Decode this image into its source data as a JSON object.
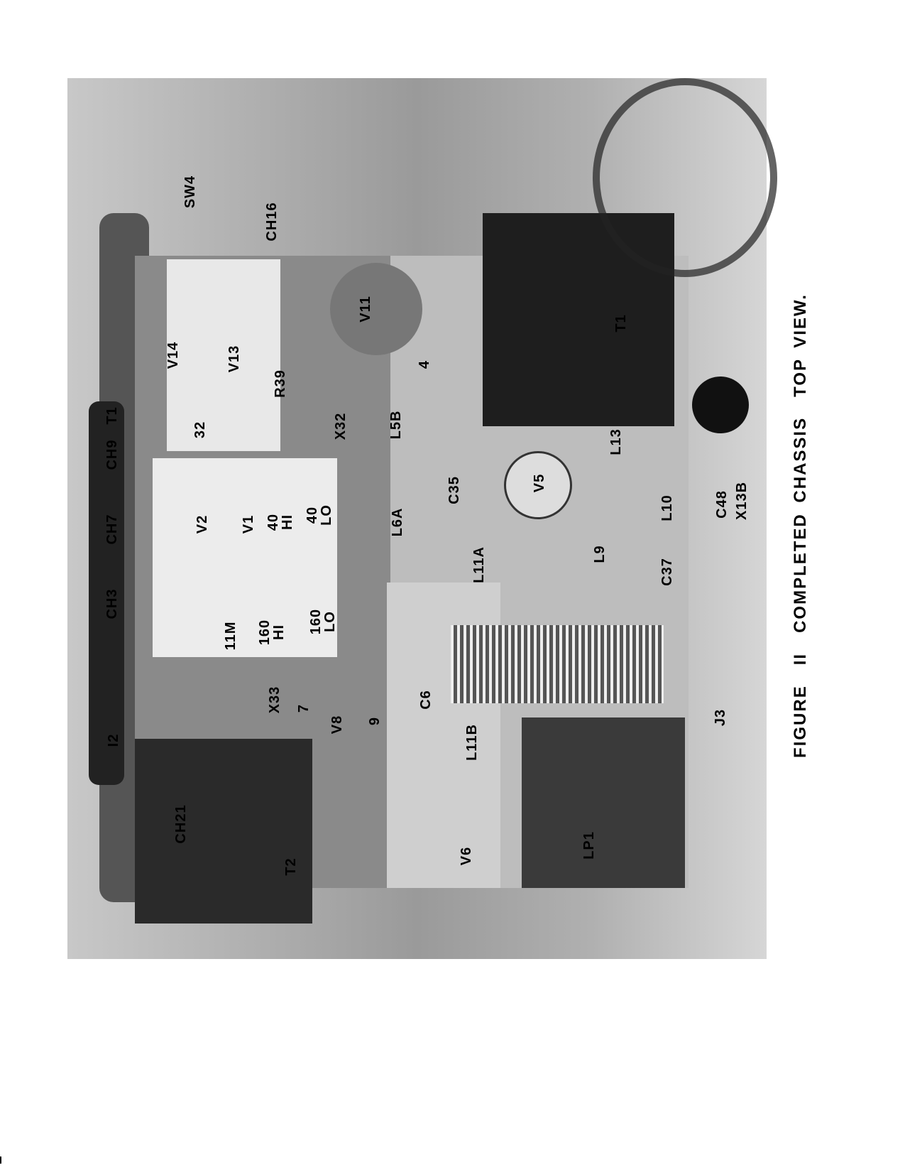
{
  "caption": {
    "figure_word": "FIGURE",
    "figure_number": "II",
    "title": "COMPLETED CHASSIS",
    "subtitle": "TOP VIEW."
  },
  "photo_labels": {
    "sw4": "SW4",
    "ch16": "CH16",
    "v14": "V14",
    "v13": "V13",
    "r39": "R39",
    "n32": "32",
    "x32": "X32",
    "l5b": "L5B",
    "n4": "4",
    "ch9": "CH9",
    "t1_top": "T1",
    "ch7": "CH7",
    "ch3": "CH3",
    "i2": "I2",
    "ch21": "CH21",
    "t2": "T2",
    "x33": "X33",
    "n7": "7",
    "v8": "V8",
    "n9": "9",
    "v2": "V2",
    "v1": "V1",
    "b40hi_a": "40",
    "b40hi_b": "HI",
    "b40lo_a": "40",
    "b40lo_b": "LO",
    "m11": "11M",
    "b160hi_a": "160",
    "b160hi_b": "HI",
    "b160lo_a": "160",
    "b160lo_b": "LO",
    "l6a": "L6A",
    "c35": "C35",
    "l11a": "L11A",
    "c6": "C6",
    "l11b": "L11B",
    "v6": "V6",
    "lp1": "LP1",
    "l9": "L9",
    "c37": "C37",
    "l10": "L10",
    "l13": "L13",
    "v5": "V5",
    "v11": "V11",
    "t1": "T1",
    "c48": "C48",
    "x13b": "X13B",
    "j3": "J3"
  }
}
